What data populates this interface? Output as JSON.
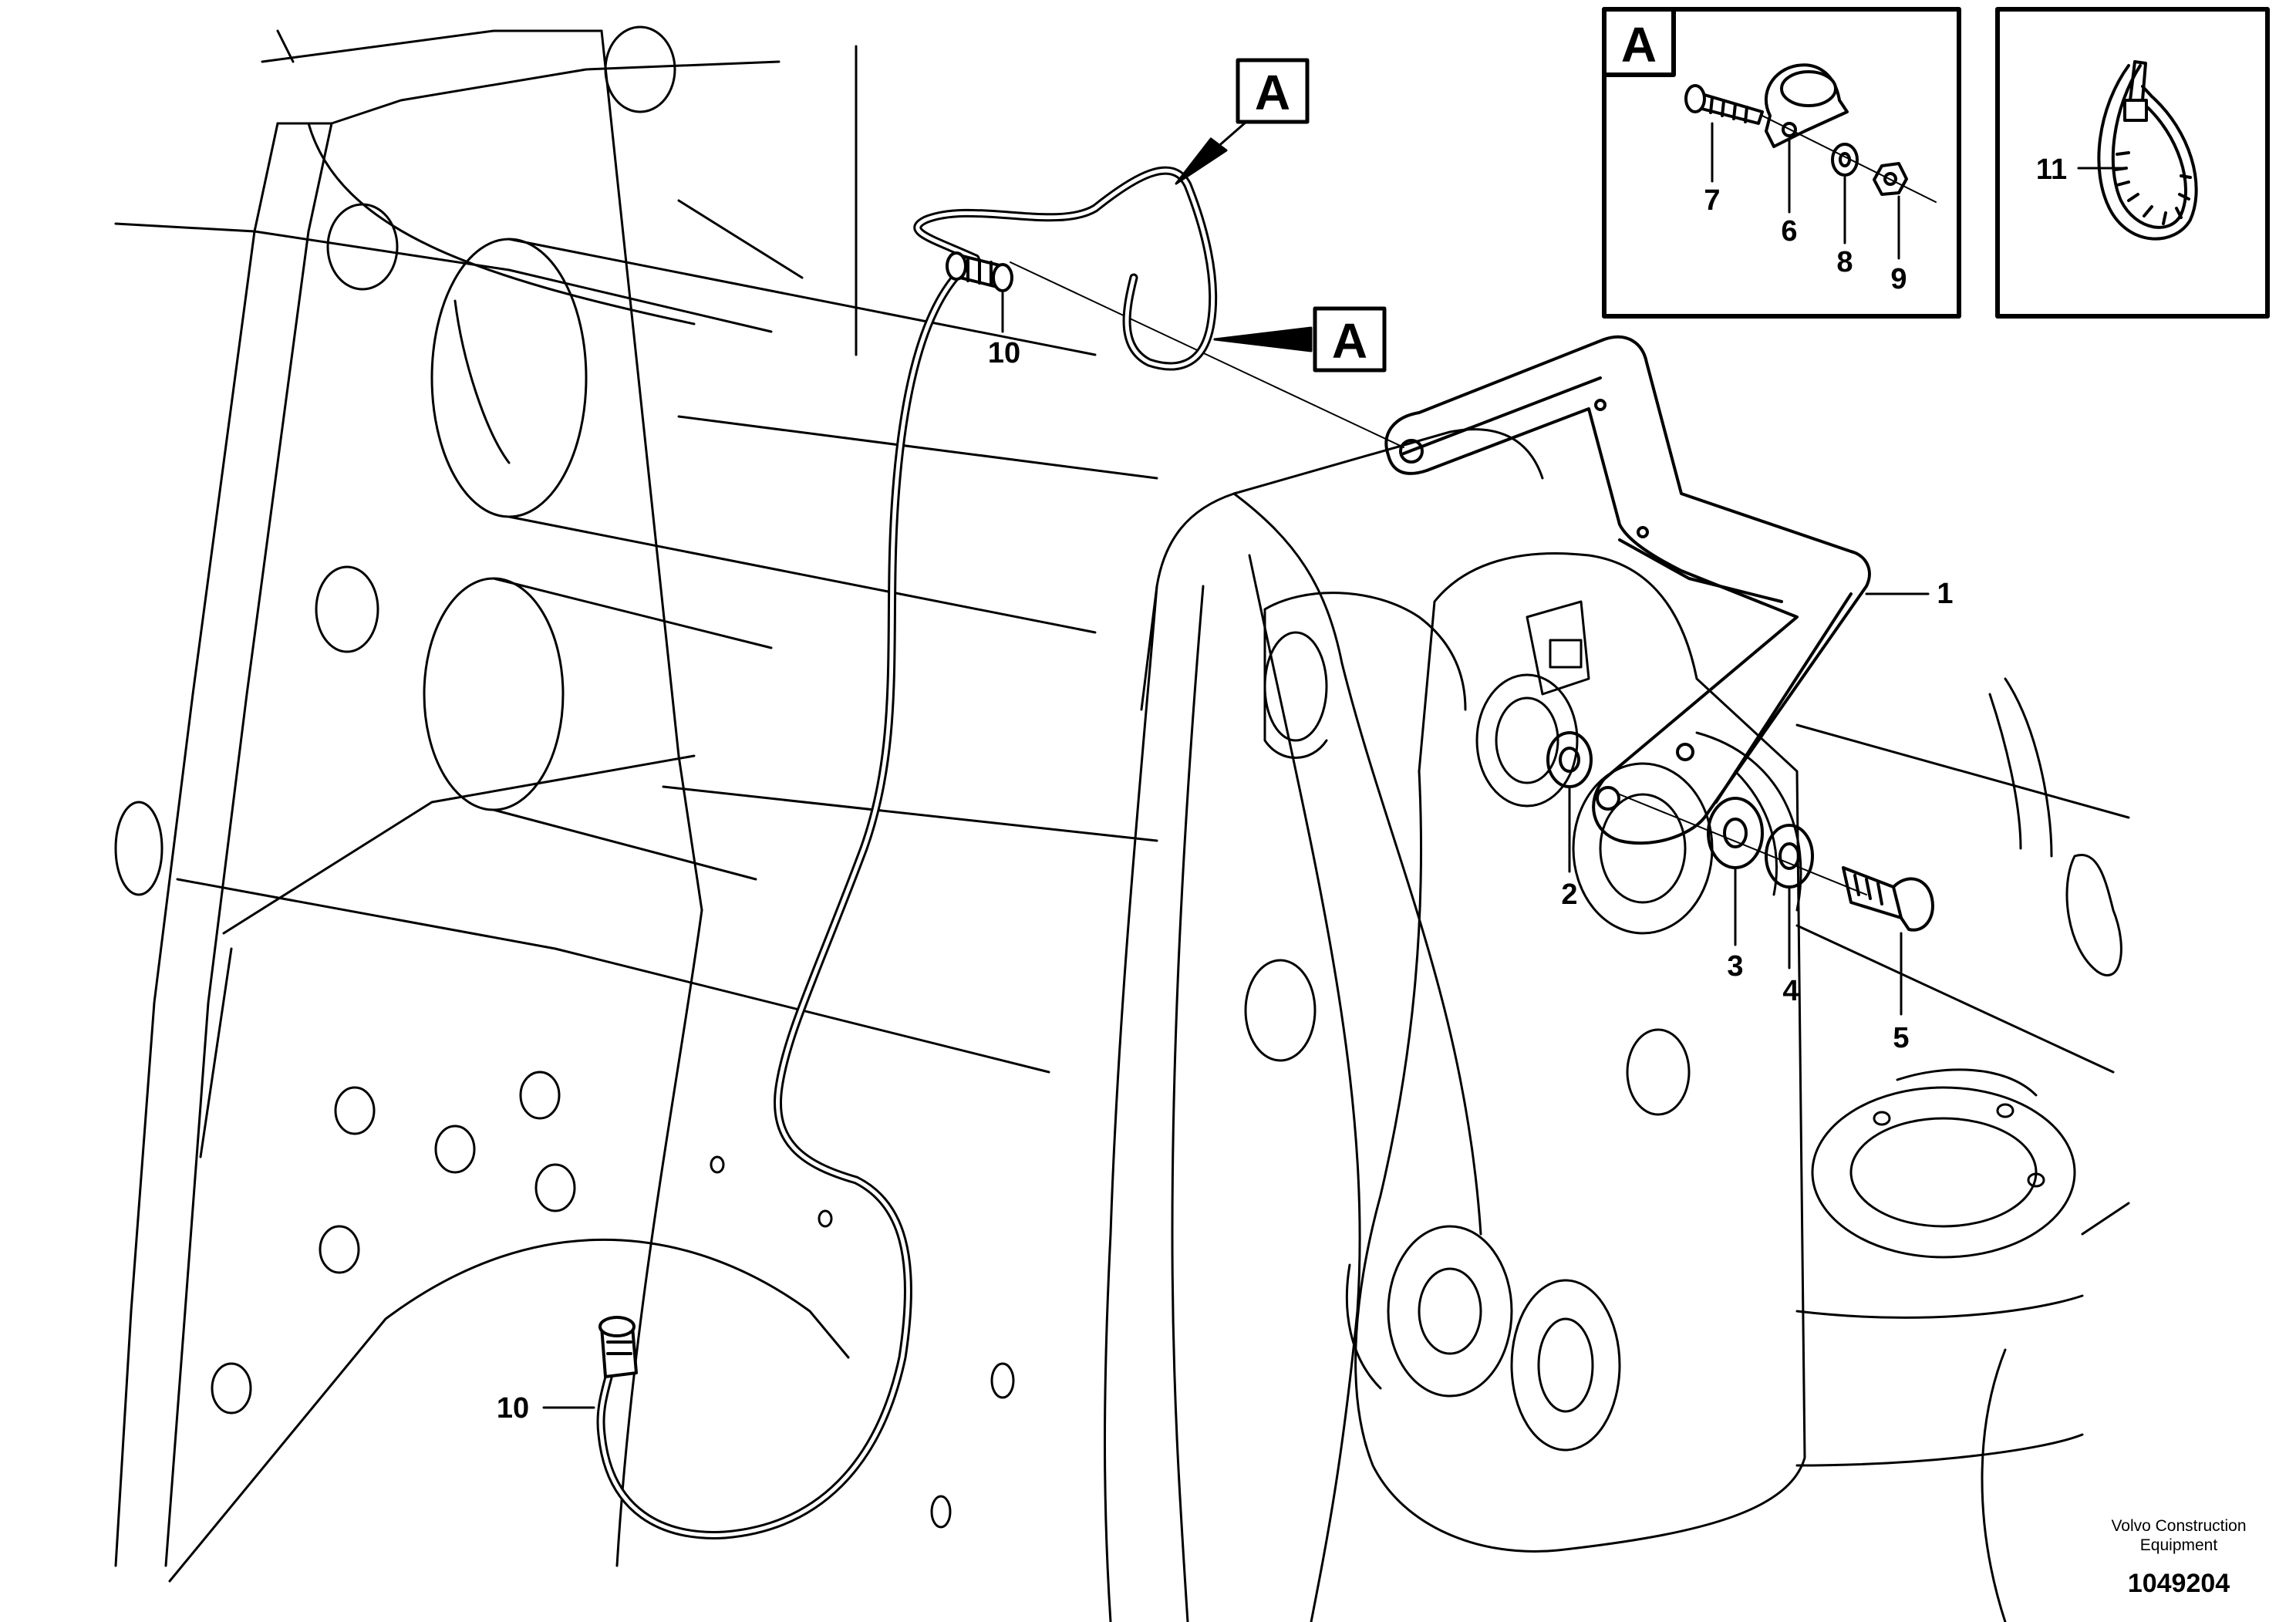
{
  "detail_tag": "A",
  "callouts": {
    "c1": "1",
    "c2": "2",
    "c3": "3",
    "c4": "4",
    "c5": "5",
    "c6": "6",
    "c7": "7",
    "c8": "8",
    "c9": "9",
    "c10_top": "10",
    "c10_bottom": "10",
    "c11": "11"
  },
  "footer": {
    "company_line1": "Volvo Construction",
    "company_line2": "Equipment",
    "drawing_number": "1049204"
  }
}
